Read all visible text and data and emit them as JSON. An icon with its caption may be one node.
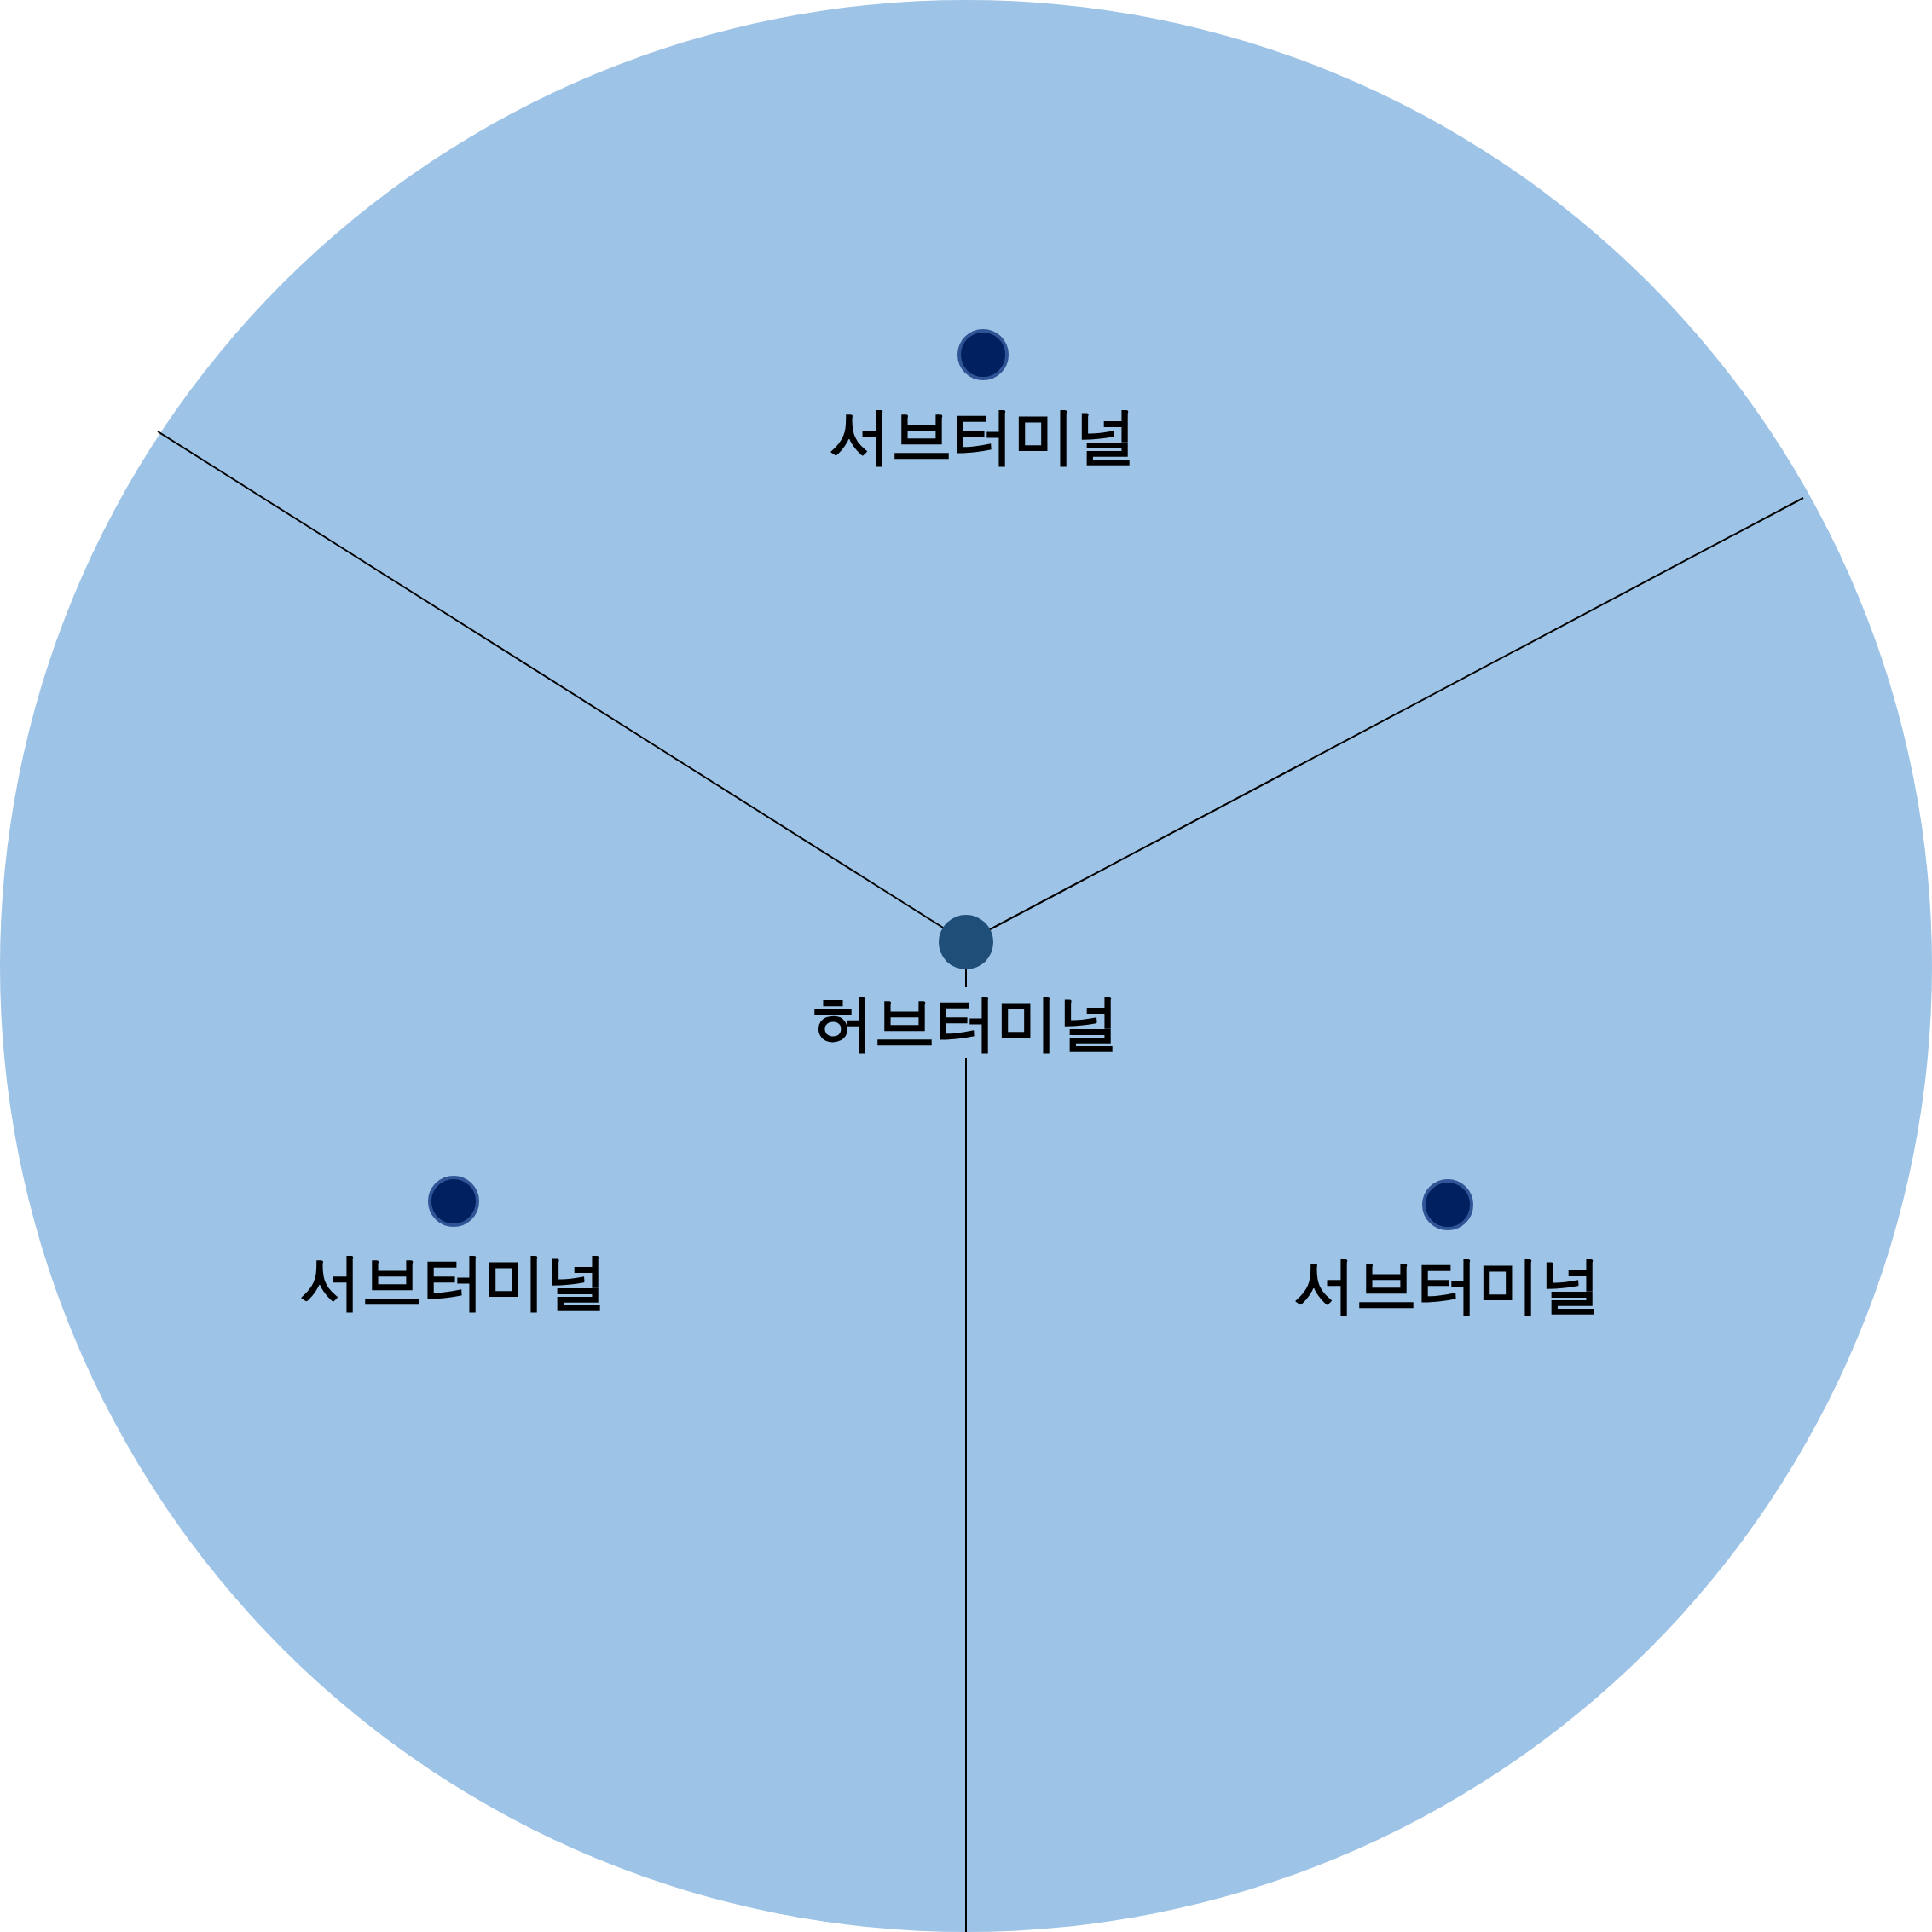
{
  "diagram": {
    "nodes": [
      {
        "text": [],
        "shape": "circle"
      },
      {
        "text": [
          "서브터미널"
        ],
        "in": 0
      },
      {
        "text": [
          "허브터미널"
        ],
        "in": 0
      },
      {
        "text": [
          "서브터미널"
        ],
        "in": 0
      },
      {
        "text": [
          "서브터미널"
        ],
        "in": 0
      }
    ]
  }
}
